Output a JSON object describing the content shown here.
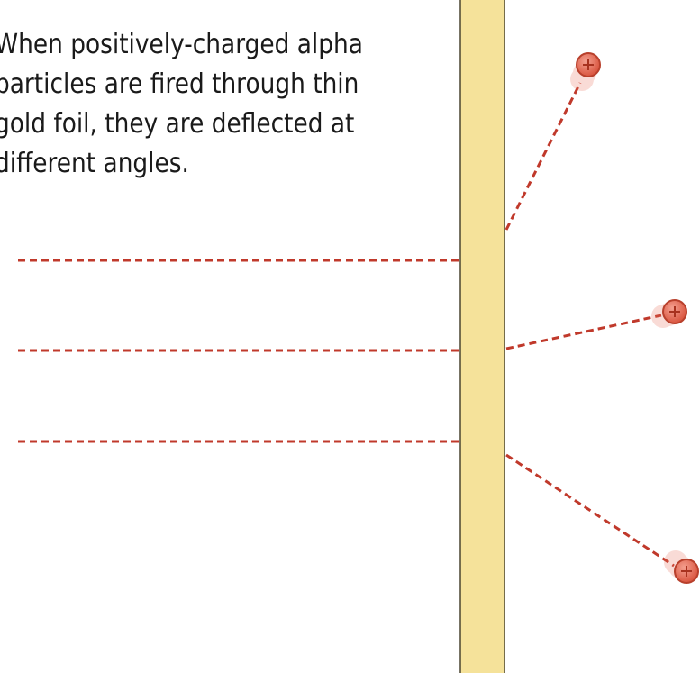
{
  "caption": {
    "line_1": "When positively-charged alpha",
    "line_2": "particles are fired through thin",
    "line_3": "gold foil, they are deflected at",
    "line_4": "different angles."
  },
  "particle_symbol": "⊕",
  "colors": {
    "foil_fill": "#f5e29a",
    "foil_stroke": "#4a4530",
    "path_dashes": "#c0392b",
    "particle_fill": "#e8735e",
    "particle_stroke": "#b8402c"
  }
}
